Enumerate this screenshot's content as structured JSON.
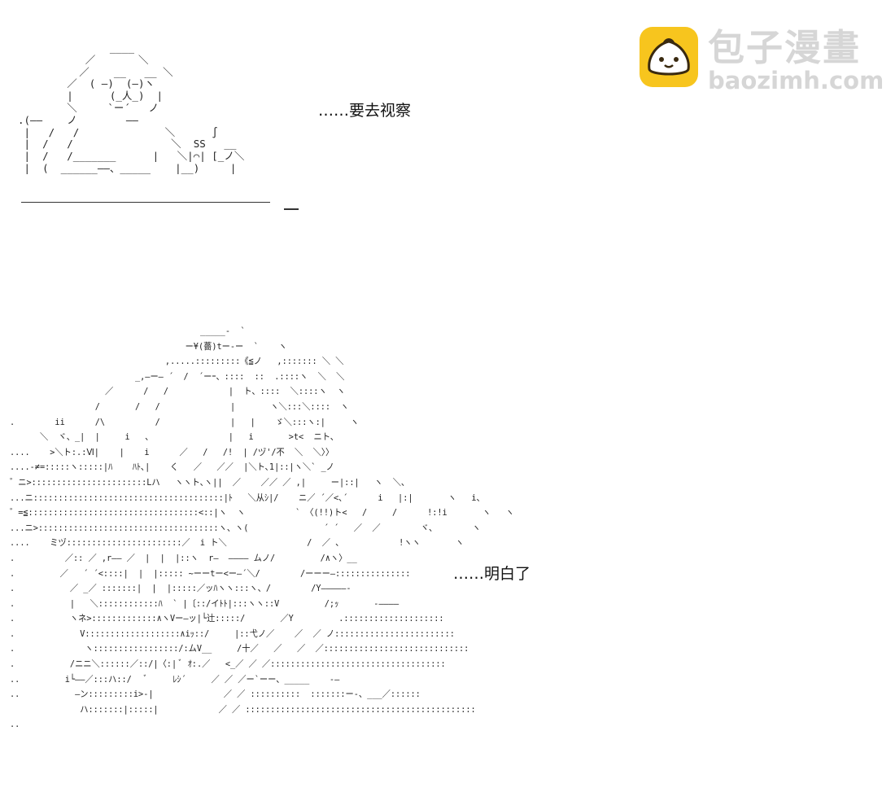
{
  "watermark": {
    "title": "包子漫畫",
    "domain": "baozimh.com",
    "logo_icon": "bun-mascot-icon",
    "colors": {
      "logo_bg": "#f7c51e",
      "text": "#d6d6d6"
    }
  },
  "panel_1": {
    "art": "               ____\n           ／       ＼\n          ／    __   __ ＼\n        ／  ( ―)  (―)ヽ\n        |      (_人_)  |\n        ＼     `ー´   ノ\n.(――    ノ        ――\n |   /   /              ＼      ∫\n |  /   /                ＼  SS   __\n |  /   /_______      |   ＼|⌒| [_ノ＼\n |  (  ______――、_____    |__)     |",
    "caption": "……要去视察"
  },
  "panel_2": {
    "art": "                                      _____-  `\n                                   ー¥(薔)tー-ー  `    ヽ\n                               ,.....:::::::::《≦ノ   ,::::::: ＼ ＼\n                         _,―ー― ´  /  ´ーｰ、::::  ::  .::::ヽ  ＼  ＼\n                   ／      /   /            |  ト、::::  ＼::::ヽ  ヽ\n                 /       /   /              |       ヽ＼:::＼::::  ヽ\n.        ii      /\\          /              |   |    ゞ＼:::ヽ:|     ヽ\n      ＼  ヾ、_|  |     i   、               |   i       >t<  ニト、\n....    >＼ト:.:Ⅵ|    |    i      ／   /   /!  | /ヅ'/不  ＼  ＼〉〉\n....-≠=:::::ヽ:::::|ﾊ    ﾊﾄ､|    く   ／   ／／  |＼ト､1|::|ヽ＼` _ノ\n゛ニ>:::::::::::::::::::::::Lハ   ヽヽト､ヽ||  ／    ／／ ／ ,|     ー|::|   ヽ  ＼、\n...ニ::::::::::::::::::::::::::::::::::::::|ﾄ   ＼从ｼ|/    ニ／ ´／<､´      i   |:|       ヽ   i、\n゛=≦::::::::::::::::::::::::::::::::::<::|ヽ  ヽ          ` 〈(!!)ト<   /     /      !:!i       ヽ   ヽ\n...ニ>::::::::::::::::::::::::::::::::::::ヽ、ヽ(               ´ ´   ／  ／        ヾ、       ヽ\n....    ミヅ:::::::::::::::::::::::／  i ト＼                /  ／ 、           !ヽヽ       ヽ\n.          ／:: ／ ,r―― ／  |  |  |::ヽ  r―  ―――― ムノ/         /∧ヽ〉__\n.         ／   ´ ´<::::|  |  |::::: ~ーーtー<ー―´＼/        /ーーー―:::::::::::::::\n.           ／ _／ :::::::|  |  |:::::／ッﾊヽヽ:::ヽ、/        /Y―――――-\n.           |   ＼::::::::::::ﾊ  ` |〔::/イﾄﾄ|:::ヽヽ::V         /;ｯ       -――――\n.           ヽネ>:::::::::::::∧ヽVー―ッ|└辻:::::/       ／Y         .::::::::::::::::::::\n.             V:::::::::::::::::::∧iｯ::/     |::弋ノ／    ／  ／ ノ::::::::::::::::::::::::\n.              ヽ:::::::::::::::::/:ムV__     /十／   ／   ／  ／:::::::::::::::::::::::::::::\n.           /ニニ＼::::::／::/|〈:| ﾞ ｵ:.／   <_／ ／ ／:::::::::::::::::::::::::::::::::::\n..         i└――／:::ハ::/   ﾞ     ﾚｼ´     ／ ／ ／ー`ーー、_____    -―\n..           ―ン:::::::::i>-|              ／ ／ ::::::::::  :::::::ー-、___／::::::\n              ハ:::::::|:::::|            ／ ／ ::::::::::::::::::::::::::::::::::::::::::::::\n..",
    "caption": "……明白了"
  }
}
